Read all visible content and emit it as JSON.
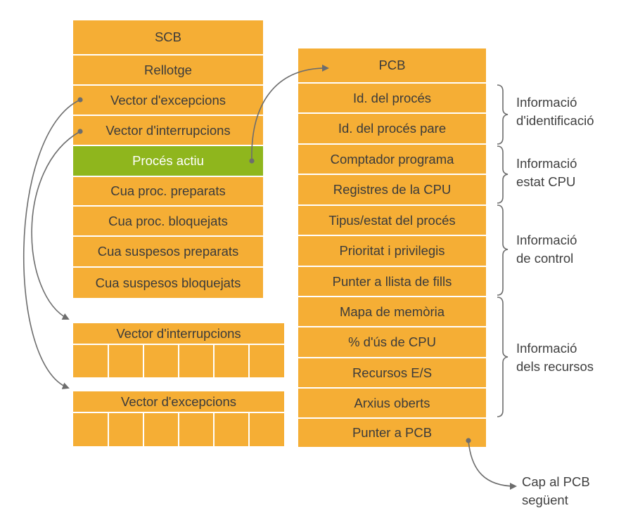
{
  "scb": {
    "rows": [
      "SCB",
      "Rellotge",
      "Vector d'excepcions",
      "Vector d'interrupcions",
      "Procés actiu",
      "Cua proc. preparats",
      "Cua proc. bloquejats",
      "Cua suspesos preparats",
      "Cua suspesos bloquejats"
    ]
  },
  "interrupt_vector": {
    "title": "Vector d'interrupcions"
  },
  "exception_vector": {
    "title": "Vector d'excepcions"
  },
  "pcb": {
    "rows": [
      "PCB",
      "Id. del procés",
      "Id. del procés pare",
      "Comptador programa",
      "Registres de la CPU",
      "Tipus/estat del procés",
      "Prioritat i privilegis",
      "Punter a llista de fills",
      "Mapa de memòria",
      "% d'ús de CPU",
      "Recursos E/S",
      "Arxius oberts",
      "Punter a PCB"
    ]
  },
  "groups": [
    {
      "line1": "Informació",
      "line2": "d'identificació"
    },
    {
      "line1": "Informació",
      "line2": "estat CPU"
    },
    {
      "line1": "Informació",
      "line2": "de control"
    },
    {
      "line1": "Informació",
      "line2": "dels recursos"
    }
  ],
  "next_pcb": {
    "line1": "Cap al PCB",
    "line2": "següent"
  },
  "colors": {
    "cell": "#f5ae35",
    "active": "#8fb61d",
    "line": "#6d6d6d"
  }
}
